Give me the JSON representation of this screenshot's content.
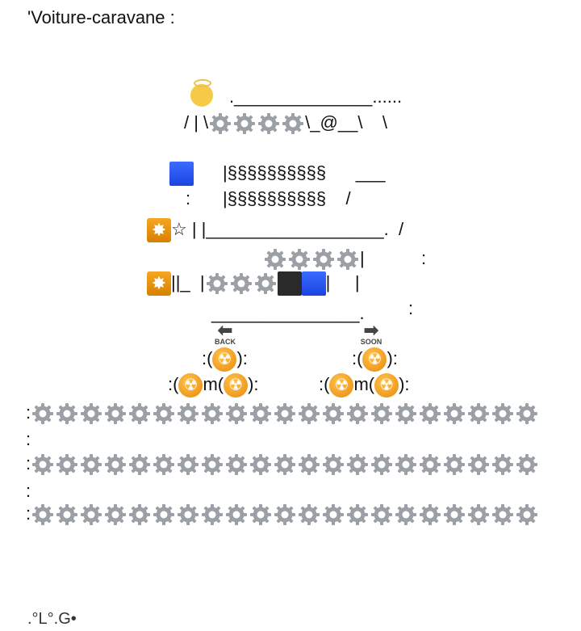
{
  "title": "'Voiture-caravane :",
  "art": {
    "l1": ".______________......",
    "l2a": "/ | \\",
    "l2b": "\\_@__\\    \\",
    "l3": "|§§§§§§§§§§      ___",
    "l4a": ":",
    "l4b": "|§§§§§§§§§§    /",
    "l5a": "☆",
    "l5b": "| |__________________.  /",
    "l6": "|",
    "l6c": ":",
    "l7a": "||_  |",
    "l7b": "|",
    "l7c": "|",
    "l8": "_______________.",
    "l8c": ":",
    "back": "BACK",
    "soon": "SOON",
    "w1": ":(",
    "w2": "):",
    "w3": "m(",
    "colon": ":"
  },
  "footer": ".°L°.G•",
  "colors": {
    "gear": "#9aa0a6",
    "blue": "#1f4fff",
    "orange": "#f0a020"
  }
}
